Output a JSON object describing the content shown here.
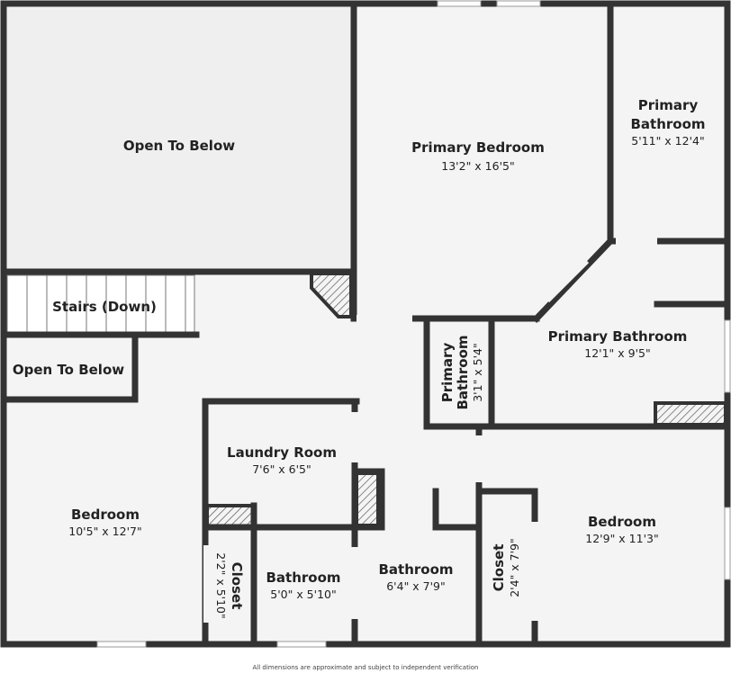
{
  "plan": {
    "colors": {
      "wall": "#333333",
      "floor": "#f4f4f4",
      "open": "#efefef",
      "hatch": "#555555",
      "window": "#dddddd"
    },
    "rooms": {
      "open_below_top": {
        "name": "Open To Below",
        "dim": ""
      },
      "primary_bedroom": {
        "name": "Primary Bedroom",
        "dim": "13'2\" x 16'5\""
      },
      "primary_bath_ne": {
        "name_line1": "Primary",
        "name_line2": "Bathroom",
        "dim": "5'11\" x 12'4\""
      },
      "stairs": {
        "name": "Stairs (Down)"
      },
      "open_below_left": {
        "name": "Open To Below"
      },
      "primary_bath_small": {
        "name_line1": "Primary",
        "name_line2": "Bathroom",
        "dim": "3'1\" x 5'4\""
      },
      "primary_bath_main": {
        "name": "Primary Bathroom",
        "dim": "12'1\" x 9'5\""
      },
      "laundry": {
        "name": "Laundry Room",
        "dim": "7'6\" x 6'5\""
      },
      "bedroom_left": {
        "name": "Bedroom",
        "dim": "10'5\" x 12'7\""
      },
      "closet_left": {
        "name": "Closet",
        "dim": "2'2\" x 5'10\""
      },
      "bathroom_a": {
        "name": "Bathroom",
        "dim": "5'0\" x 5'10\""
      },
      "bathroom_b": {
        "name": "Bathroom",
        "dim": "6'4\" x 7'9\""
      },
      "closet_right": {
        "name": "Closet",
        "dim": "2'4\" x 7'9\""
      },
      "bedroom_right": {
        "name": "Bedroom",
        "dim": "12'9\" x 11'3\""
      }
    }
  },
  "footer": {
    "disclaimer": "All dimensions are approximate and subject to independent verification"
  }
}
